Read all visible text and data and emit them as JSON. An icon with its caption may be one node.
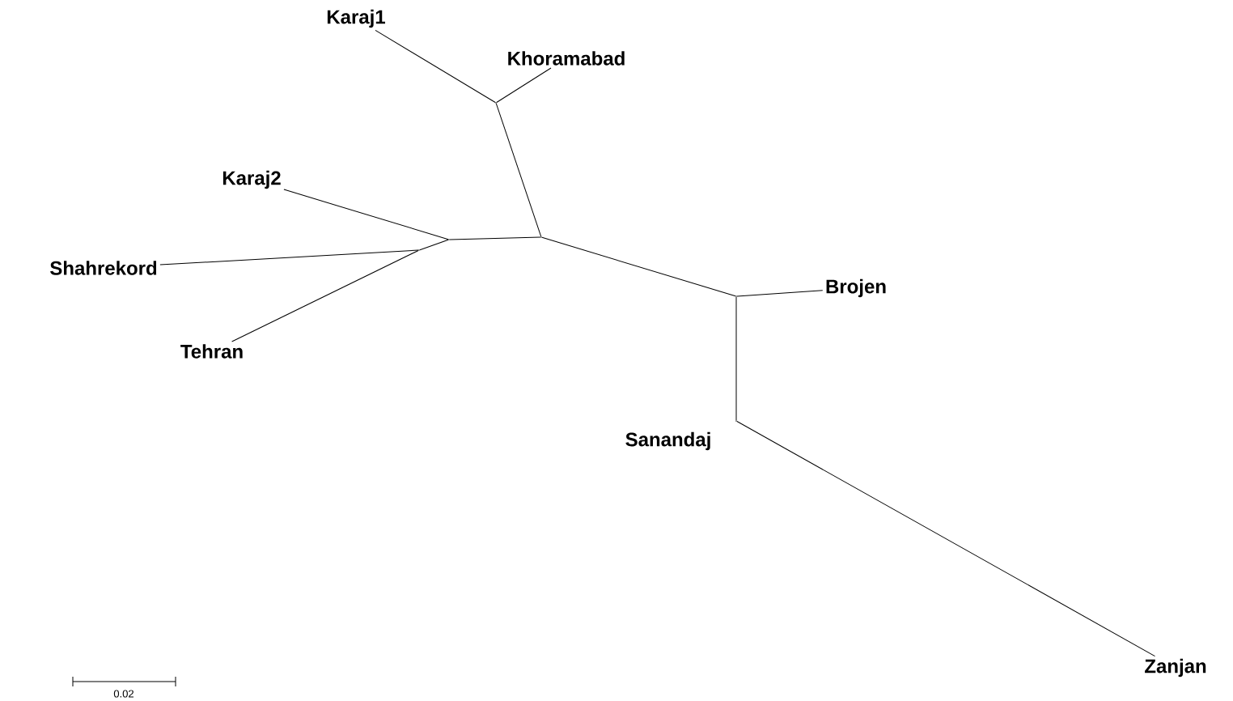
{
  "diagram": {
    "nodes": [
      {
        "text": [
          "Karaj1"
        ]
      },
      {
        "text": [
          "Khoramabad"
        ]
      },
      {
        "text": [],
        "shape": "point"
      },
      {
        "text": [
          "Karaj2"
        ]
      },
      {
        "text": [],
        "shape": "point"
      },
      {
        "text": [],
        "shape": "point"
      },
      {
        "text": [
          "Shahrekord"
        ]
      },
      {
        "text": [],
        "shape": "point"
      },
      {
        "text": [
          "Brojen"
        ]
      },
      {
        "text": [],
        "shape": "point"
      },
      {
        "text": [
          "Tehran"
        ]
      },
      {
        "text": [],
        "shape": "point"
      },
      {
        "text": [
          "Sanandaj"
        ]
      },
      {
        "text": [
          "Zanjan"
        ]
      }
    ],
    "edges": [
      {
        "from": 0,
        "to": 2,
        "arrow": "none"
      },
      {
        "from": 1,
        "to": 2,
        "arrow": "none"
      },
      {
        "from": 2,
        "to": 5,
        "arrow": "none"
      },
      {
        "from": 3,
        "to": 4,
        "arrow": "none"
      },
      {
        "from": 4,
        "to": 5,
        "arrow": "none"
      },
      {
        "from": 4,
        "to": 7,
        "arrow": "none"
      },
      {
        "from": 6,
        "to": 7,
        "arrow": "none"
      },
      {
        "from": 10,
        "to": 7,
        "arrow": "none"
      },
      {
        "from": 5,
        "to": 9,
        "arrow": "none"
      },
      {
        "from": 9,
        "to": 8,
        "arrow": "none"
      },
      {
        "from": 9,
        "to": 11,
        "arrow": "none"
      },
      {
        "from": 11,
        "to": 13,
        "arrow": "none"
      }
    ],
    "labels": [
      "0.02"
    ]
  }
}
